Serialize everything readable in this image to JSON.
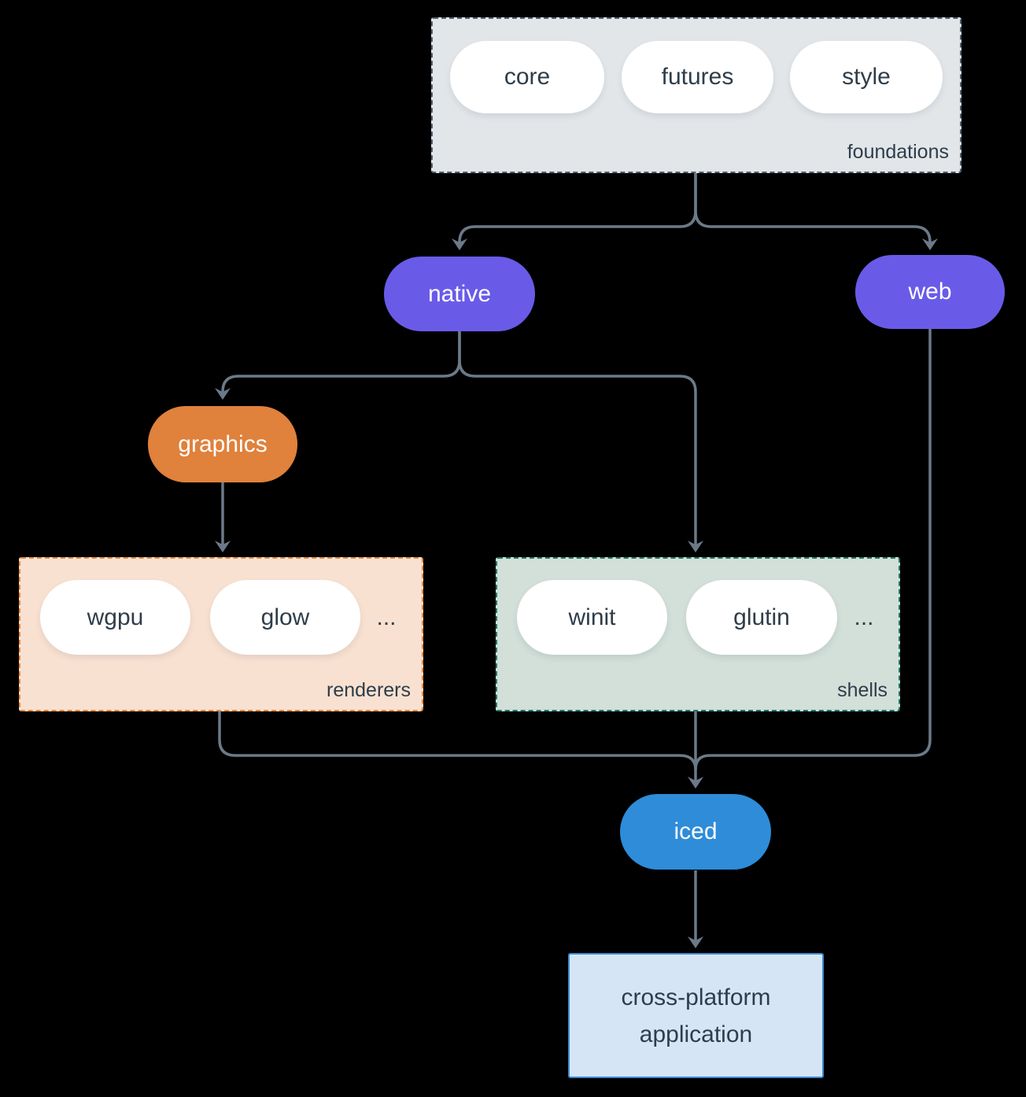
{
  "nodes": {
    "core": "core",
    "futures": "futures",
    "style": "style",
    "native": "native",
    "web": "web",
    "graphics": "graphics",
    "wgpu": "wgpu",
    "glow": "glow",
    "winit": "winit",
    "glutin": "glutin",
    "iced": "iced",
    "app": "cross-platform application"
  },
  "groups": {
    "foundations": {
      "label": "foundations",
      "pills": [
        "core",
        "futures",
        "style"
      ]
    },
    "renderers": {
      "label": "renderers",
      "pills": [
        "wgpu",
        "glow"
      ],
      "more": "..."
    },
    "shells": {
      "label": "shells",
      "pills": [
        "winit",
        "glutin"
      ],
      "more": "..."
    }
  },
  "colors": {
    "ink": "#2E3D4A",
    "arrow": "#6B7A88",
    "node-purple": "#695BE8",
    "node-orange": "#E0813C",
    "node-blue": "#2E8CD9",
    "pill-bg": "#FFFFFF",
    "foundations-bg": "#E2E6E9",
    "foundations-border": "#4F5E6E",
    "renderers-bg": "#F9E1D1",
    "renderers-border": "#E8893C",
    "shells-bg": "#D3DFD9",
    "shells-border": "#1F7968",
    "app-bg": "#D6E5F6",
    "app-border": "#3D8BD4",
    "background": "#000000"
  }
}
